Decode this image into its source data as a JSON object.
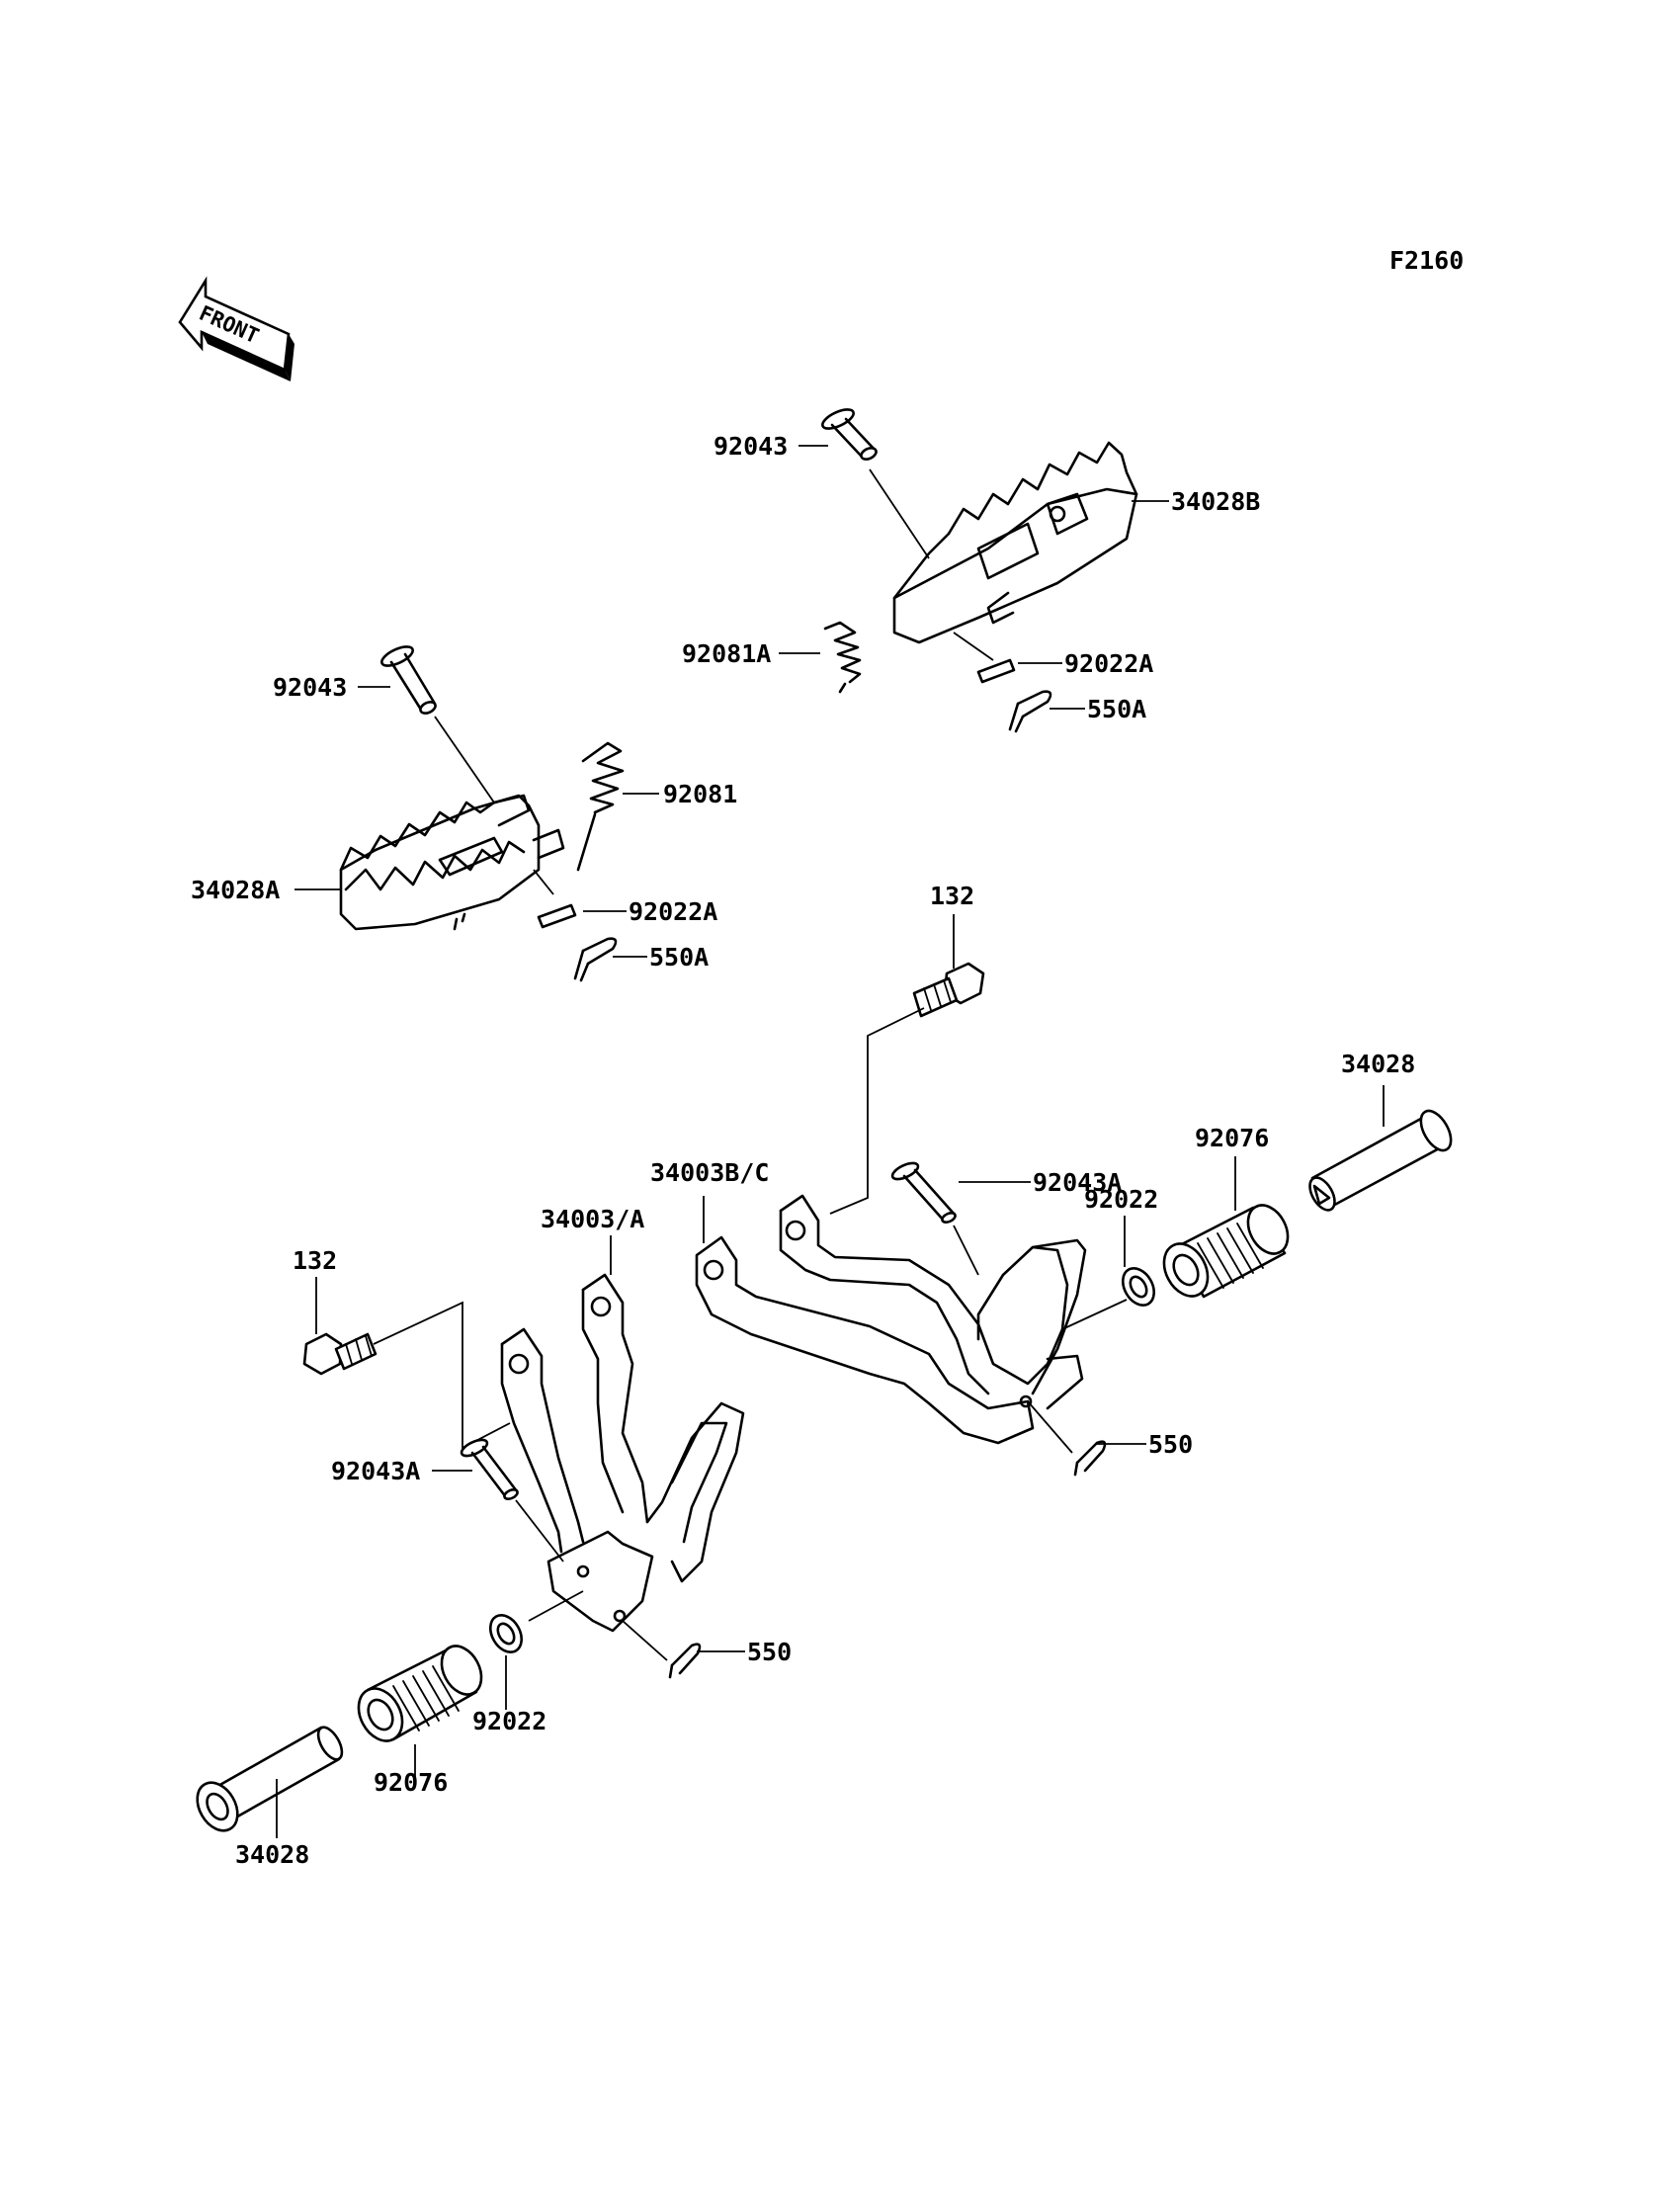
{
  "figure_code": "F2160",
  "front_arrow": {
    "text": "FRONT",
    "icon": "front-direction-arrow-icon"
  },
  "callouts": {
    "c92043_upper_right": "92043",
    "c34028B": "34028B",
    "c92081A": "92081A",
    "c92022A_right": "92022A",
    "c550A_right": "550A",
    "c92043_left": "92043",
    "c92081": "92081",
    "c34028A": "34028A",
    "c92022A_left": "92022A",
    "c550A_left": "550A",
    "c132_right": "132",
    "c34028_right": "34028",
    "c34003BC": "34003B/C",
    "c92043A_right": "92043A",
    "c92076_right": "92076",
    "c92022_right": "92022",
    "c34003A": "34003/A",
    "c132_left": "132",
    "c550_right": "550",
    "c92043A_left": "92043A",
    "c550_left": "550",
    "c92022_left": "92022",
    "c92076_left": "92076",
    "c34028_left": "34028"
  }
}
